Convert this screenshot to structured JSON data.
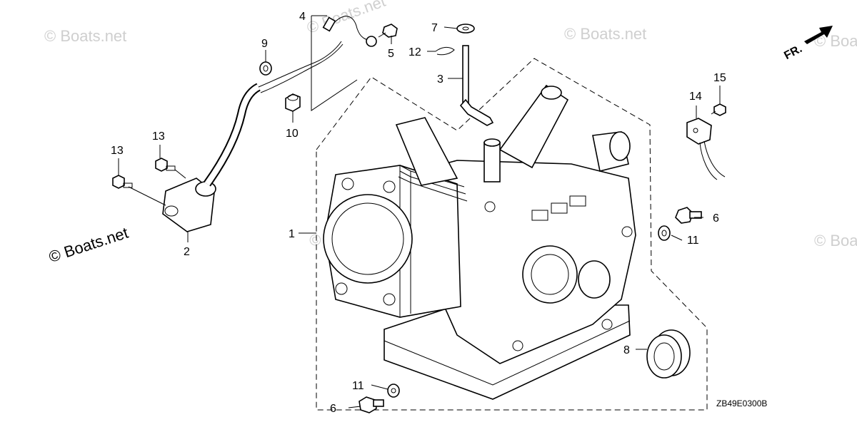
{
  "diagram": {
    "watermark": "© Boats.net",
    "front_label": "FR.",
    "figure_code": "ZB49E0300B",
    "callouts": [
      {
        "id": "c1",
        "label": "1"
      },
      {
        "id": "c2",
        "label": "2"
      },
      {
        "id": "c3",
        "label": "3"
      },
      {
        "id": "c4",
        "label": "4"
      },
      {
        "id": "c5",
        "label": "5"
      },
      {
        "id": "c6a",
        "label": "6"
      },
      {
        "id": "c6b",
        "label": "6"
      },
      {
        "id": "c7",
        "label": "7"
      },
      {
        "id": "c8",
        "label": "8"
      },
      {
        "id": "c9",
        "label": "9"
      },
      {
        "id": "c10",
        "label": "10"
      },
      {
        "id": "c11a",
        "label": "11"
      },
      {
        "id": "c11b",
        "label": "11"
      },
      {
        "id": "c12",
        "label": "12"
      },
      {
        "id": "c13a",
        "label": "13"
      },
      {
        "id": "c13b",
        "label": "13"
      },
      {
        "id": "c14",
        "label": "14"
      },
      {
        "id": "c15",
        "label": "15"
      }
    ]
  }
}
